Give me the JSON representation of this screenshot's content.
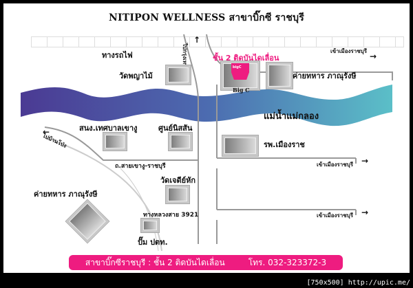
{
  "title": "NITIPON WELLNESS สาขาบิ๊กซี ราชบุรี",
  "labels": {
    "railway": "ทางรถไฟ",
    "to_bangkok": "ไปกรุงเทพฯ",
    "to_ratchaburi_1": "เข้าเมืองราชบุรี",
    "to_ratchaburi_2": "เข้าเมืองราชบุรี",
    "to_ratchaburi_3": "เข้าเมืองราชบุรี",
    "floor_note": "ชั้น 2 ติดบันไดเลื่อน",
    "wat_phaya_mai": "วัดพญาไม้",
    "big_c": "Big C",
    "big_c_logo": "bigC",
    "army_camp_right": "ค่ายทหาร ภาณุรังษี",
    "river": "แม่น้ำแม่กลอง",
    "municipal_office": "สนง.เทศบาลเขางู",
    "dispute_center": "ศูนย์นิสสัน",
    "to_ban_pong": "ไปบ้านโป่ง",
    "hospital": "รพ.เมืองราช",
    "road_khaongu": "ถ.สายเขางู-ราชบุรี",
    "wat_chedi_hak": "วัดเจดีย์หัก",
    "army_camp_left": "ค่ายทหาร ภาณุรังษี",
    "highway": "ทางหลวงสาย 3921",
    "ptt_station": "ปั๊ม ปตท."
  },
  "footer": {
    "branch": "สาขาบิ๊กซีราชบุรี : ชั้น 2 ติดบันไดเลื่อน",
    "phone": "โทร. 032-323372-3"
  },
  "watermark": "[750x500] http://upic.me/",
  "colors": {
    "accent_pink": "#ee1c80",
    "river_start": "#4b3a93",
    "river_end": "#5bbfc8"
  }
}
